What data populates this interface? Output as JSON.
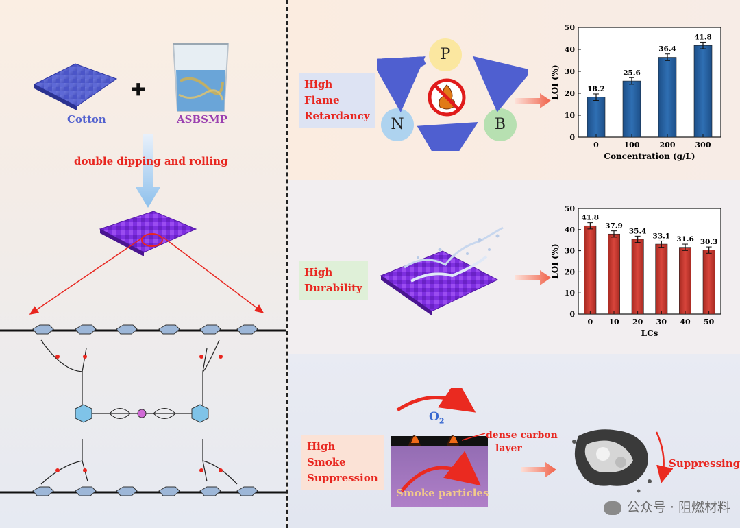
{
  "left": {
    "cotton_label": "Cotton",
    "plus_symbol": "✚",
    "asbsmp_label": "ASBSMP",
    "process_label": "double dipping and rolling"
  },
  "panel1": {
    "label_lines": [
      "High",
      "Flame",
      "Retardancy"
    ],
    "elements": [
      "P",
      "N",
      "B"
    ]
  },
  "panel2": {
    "label_lines": [
      "High",
      "Durability"
    ]
  },
  "panel3": {
    "label_lines": [
      "High",
      "Smoke",
      "Suppression"
    ],
    "o2_label": "O",
    "o2_sub": "2",
    "dense_carbon_lines": [
      "dense carbon",
      "layer"
    ],
    "smoke_particles_label": "Smoke particles",
    "suppressing_label": "Suppressing"
  },
  "watermark": "公众号 · 阻燃材料",
  "colors": {
    "label_red": "#e8261f",
    "bar_blue": "#2f6fb3",
    "bar_red": "#d8453b",
    "arrow_blue": "#4f5fd0"
  },
  "chart_data": [
    {
      "type": "bar",
      "categories": [
        "0",
        "100",
        "200",
        "300"
      ],
      "values": [
        18.2,
        25.6,
        36.4,
        41.8
      ],
      "data_labels": [
        "18.2",
        "25.6",
        "36.4",
        "41.8"
      ],
      "xlabel": "Concentration (g/L)",
      "ylabel": "LOI (%)",
      "ylim": [
        0,
        50
      ],
      "yticks": [
        "0",
        "10",
        "20",
        "30",
        "40",
        "50"
      ],
      "error_bars": true,
      "color": "#2f6fb3"
    },
    {
      "type": "bar",
      "categories": [
        "0",
        "10",
        "20",
        "30",
        "40",
        "50"
      ],
      "values": [
        41.8,
        37.9,
        35.4,
        33.1,
        31.6,
        30.3
      ],
      "data_labels": [
        "41.8",
        "37.9",
        "35.4",
        "33.1",
        "31.6",
        "30.3"
      ],
      "xlabel": "LCs",
      "ylabel": "LOI (%)",
      "ylim": [
        0,
        50
      ],
      "yticks": [
        "0",
        "10",
        "20",
        "30",
        "40",
        "50"
      ],
      "error_bars": true,
      "color": "#d8453b"
    }
  ]
}
